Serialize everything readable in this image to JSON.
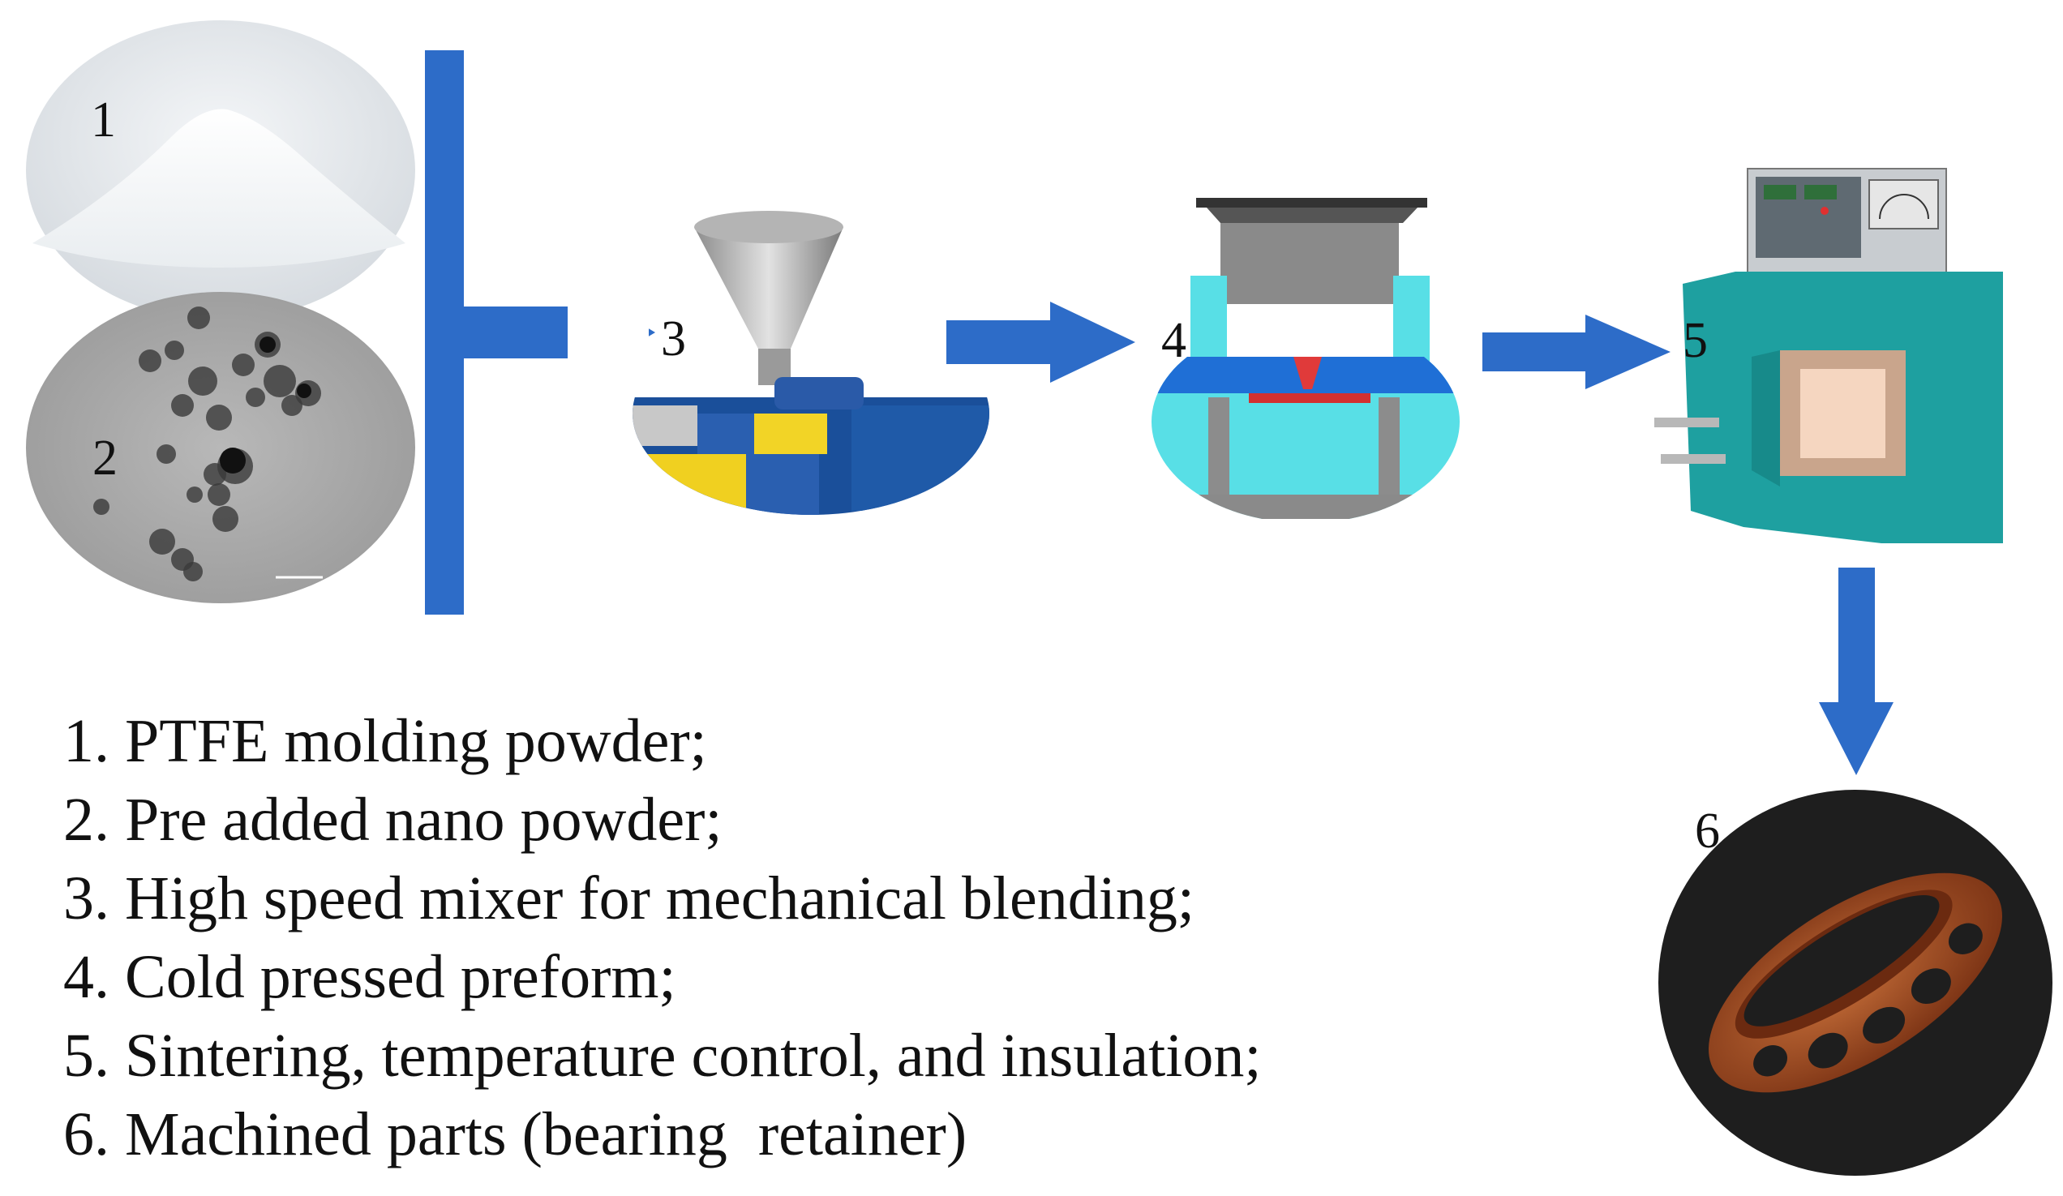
{
  "colors": {
    "arrow": "#2d6cc8",
    "mold_cyan": "#58dfe6",
    "mold_blue": "#1f6fd6",
    "furnace_green": "#1ea0a0",
    "retainer_copper": "#a04a22"
  },
  "steps": [
    {
      "id": "1",
      "icon": "white-powder-pile"
    },
    {
      "id": "2",
      "icon": "nanoparticle-micrograph"
    },
    {
      "id": "3",
      "icon": "high-speed-mixer"
    },
    {
      "id": "4",
      "icon": "cold-press-mold"
    },
    {
      "id": "5",
      "icon": "sintering-furnace"
    },
    {
      "id": "6",
      "icon": "bearing-retainer"
    }
  ],
  "legend": [
    "1. PTFE molding powder;",
    "2. Pre added nano powder;",
    "3. High speed mixer for mechanical blending;",
    "4. Cold pressed preform;",
    "5. Sintering, temperature control, and insulation;",
    "6. Machined parts (bearing  retainer)"
  ]
}
